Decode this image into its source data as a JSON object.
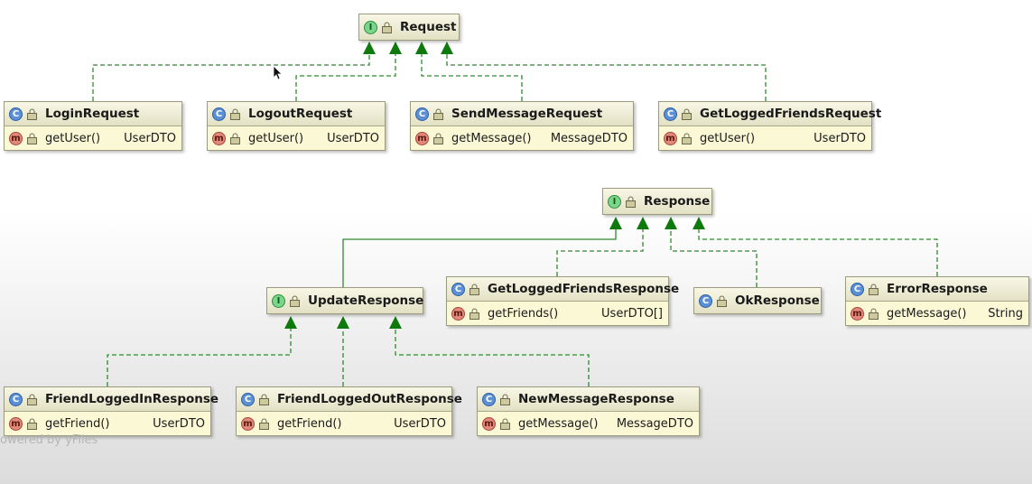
{
  "nodes": {
    "request": {
      "badge": "I",
      "name": "Request"
    },
    "login_request": {
      "badge": "C",
      "name": "LoginRequest",
      "methods": [
        {
          "name": "getUser()",
          "type": "UserDTO"
        }
      ]
    },
    "logout_request": {
      "badge": "C",
      "name": "LogoutRequest",
      "methods": [
        {
          "name": "getUser()",
          "type": "UserDTO"
        }
      ]
    },
    "send_message_request": {
      "badge": "C",
      "name": "SendMessageRequest",
      "methods": [
        {
          "name": "getMessage()",
          "type": "MessageDTO"
        }
      ]
    },
    "get_logged_friends_request": {
      "badge": "C",
      "name": "GetLoggedFriendsRequest",
      "methods": [
        {
          "name": "getUser()",
          "type": "UserDTO"
        }
      ]
    },
    "response": {
      "badge": "I",
      "name": "Response"
    },
    "update_response": {
      "badge": "I",
      "name": "UpdateResponse"
    },
    "get_logged_friends_response": {
      "badge": "C",
      "name": "GetLoggedFriendsResponse",
      "methods": [
        {
          "name": "getFriends()",
          "type": "UserDTO[]"
        }
      ]
    },
    "ok_response": {
      "badge": "C",
      "name": "OkResponse"
    },
    "error_response": {
      "badge": "C",
      "name": "ErrorResponse",
      "methods": [
        {
          "name": "getMessage()",
          "type": "String"
        }
      ]
    },
    "friend_logged_in_response": {
      "badge": "C",
      "name": "FriendLoggedInResponse",
      "methods": [
        {
          "name": "getFriend()",
          "type": "UserDTO"
        }
      ]
    },
    "friend_logged_out_response": {
      "badge": "C",
      "name": "FriendLoggedOutResponse",
      "methods": [
        {
          "name": "getFriend()",
          "type": "UserDTO"
        }
      ]
    },
    "new_message_response": {
      "badge": "C",
      "name": "NewMessageResponse",
      "methods": [
        {
          "name": "getMessage()",
          "type": "MessageDTO"
        }
      ]
    }
  },
  "method_badge": "m",
  "watermark": "owered by yFiles",
  "colors": {
    "edge": "#2e8b2e",
    "arrow": "#0e7a0e",
    "node_fill": "#fbf8d5",
    "node_border": "#9b9b7e",
    "class_badge": "#5b8fd6",
    "interface_badge": "#7ad68a",
    "method_badge": "#e0897a"
  }
}
